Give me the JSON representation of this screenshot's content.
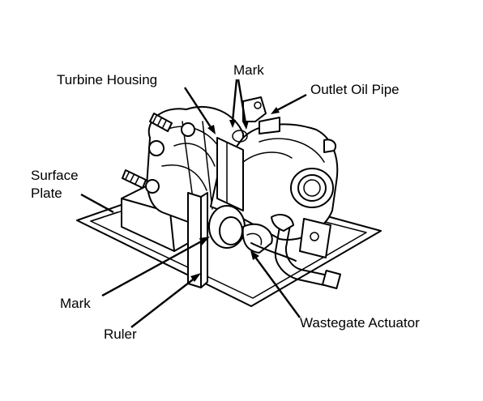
{
  "labels": {
    "turbine_housing": "Turbine Housing",
    "mark_top": "Mark",
    "outlet_oil_pipe": "Outlet Oil Pipe",
    "surface": "Surface",
    "plate": "Plate",
    "mark_bottom": "Mark",
    "ruler": "Ruler",
    "wastegate_actuator": "Wastegate Actuator"
  },
  "colors": {
    "ink": "#000000",
    "paper": "#ffffff"
  }
}
